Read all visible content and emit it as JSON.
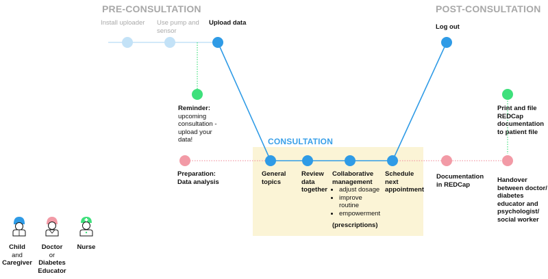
{
  "phases": {
    "pre": "PRE-CONSULTATION",
    "consult": "CONSULTATION",
    "post": "POST-CONSULTATION"
  },
  "pre_steps": {
    "install": "Install uploader",
    "pump": "Use pump and\nsensor",
    "upload": "Upload data"
  },
  "reminder": {
    "title": "Reminder:",
    "text": "upcoming\nconsultation -\nupload your\ndata!"
  },
  "post_steps": {
    "logout": "Log out",
    "print": "Print and file\nREDCap\ndocumentation\nto patient file"
  },
  "consult_steps": {
    "prep": "Preparation:\nData analysis",
    "general": "General\ntopics",
    "review": "Review\ndata\ntogether",
    "collab_title": "Collaborative\nmanagement",
    "collab_items": [
      "adjust dosage",
      "improve routine",
      "empowerment"
    ],
    "prescriptions": "(prescriptions)",
    "schedule": "Schedule\nnext\nappointment",
    "documentation": "Documentation\nin REDCap",
    "handover": "Handover\nbetween doctor/\ndiabetes\neducator and\npsychologist/\nsocial worker"
  },
  "roles": {
    "child_a": "Child",
    "child_b": "and",
    "child_c": "Caregiver",
    "doctor_a": "Doctor",
    "doctor_b": "or",
    "doctor_c": "Diabetes",
    "doctor_d": "Educator",
    "nurse": "Nurse"
  },
  "colors": {
    "blue": "#2f9be6",
    "light_blue": "#c3e2f7",
    "green": "#3ee07b",
    "pink": "#f29aa6",
    "consult_box": "#fbf4d6",
    "phase_grey": "#a8a8a8"
  }
}
